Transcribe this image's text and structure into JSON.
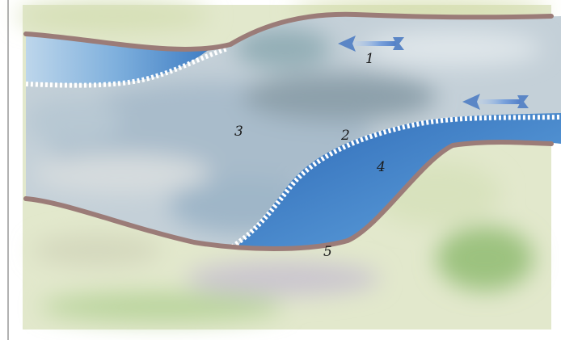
{
  "labels": {
    "l1": "1",
    "l2": "2",
    "l3": "3",
    "l4": "4",
    "l5": "5"
  },
  "colors": {
    "land": "#dfe6c6",
    "land_green": "#a8c98a",
    "river_grey": "#c3cfd6",
    "deep_blue": "#3f7fc4",
    "bank": "#9b7c78",
    "arrow": "#5a86c8"
  }
}
